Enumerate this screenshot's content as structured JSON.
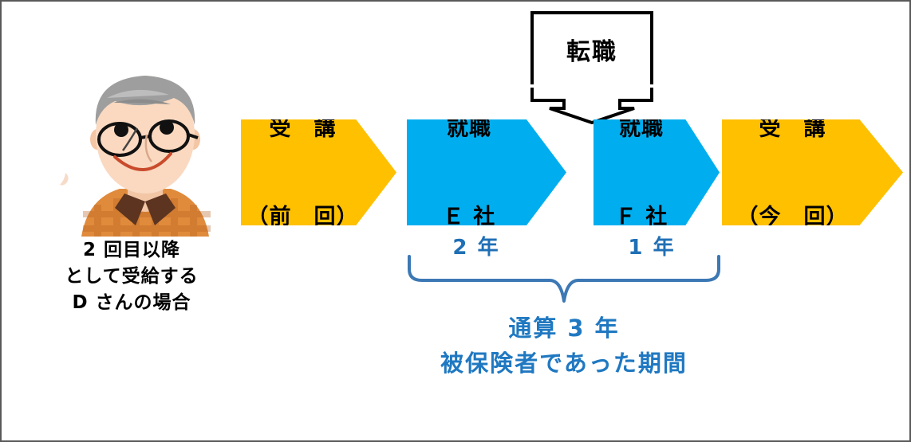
{
  "diagram": {
    "title_note": "Employment insurance eligibility timeline diagram",
    "border_color": "#595959",
    "background": "#ffffff",
    "colors": {
      "orange": "#FFC000",
      "blue": "#00AEEF",
      "brace_blue": "#3C78B4",
      "text_blue": "#1F78C1",
      "year_blue": "#1F6FB5",
      "black": "#000000"
    }
  },
  "person": {
    "icon": "elderly-man-with-glasses-illustration",
    "caption_line1": "2 回目以降",
    "caption_line2": "として受給する",
    "caption_line3": "D さんの場合"
  },
  "callout": {
    "label": "転職",
    "arrow_direction": "down"
  },
  "timeline": {
    "steps": [
      {
        "id": "step-jukou-zenkai",
        "line1": "受　講",
        "line2": "（前　回）",
        "color": "#FFC000",
        "kind": "orange"
      },
      {
        "id": "step-shushoku-e",
        "line1": "就職",
        "line2": "Ｅ 社",
        "color": "#00AEEF",
        "kind": "blue",
        "duration": "2 年"
      },
      {
        "id": "step-shushoku-f",
        "line1": "就職",
        "line2": "Ｆ 社",
        "color": "#00AEEF",
        "kind": "blue",
        "duration": "1 年"
      },
      {
        "id": "step-jukou-konkai",
        "line1": "受　講",
        "line2": "（今　回）",
        "color": "#FFC000",
        "kind": "orange"
      }
    ]
  },
  "durations": {
    "first": "2 年",
    "second": "1 年"
  },
  "summary": {
    "line1": "通算 3 年",
    "line2": "被保険者であった期間"
  }
}
